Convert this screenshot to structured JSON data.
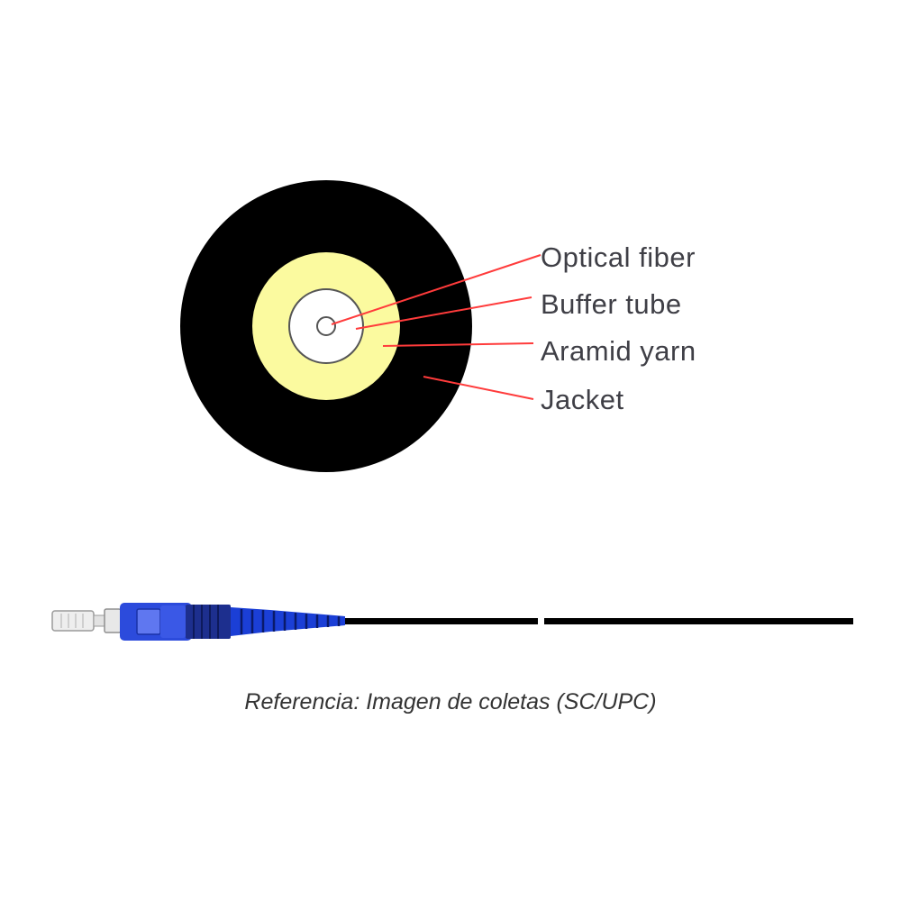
{
  "cross_section": {
    "colors": {
      "jacket": "#000000",
      "aramid_yarn": "#fbfa9f",
      "buffer_tube": "#ffffff",
      "outline": "#555555",
      "leader": "#ff3b3b"
    },
    "labels": {
      "optical_fiber": "Optical fiber",
      "buffer_tube": "Buffer tube",
      "aramid_yarn": "Aramid yarn",
      "jacket": "Jacket"
    }
  },
  "pigtail": {
    "connector_type": "SC/UPC",
    "colors": {
      "connector_body": "#2c4bdc",
      "boot": "#1b3fd6",
      "cable": "#000000",
      "ferrule_cap": "#e6e6e6"
    }
  },
  "caption": "Referencia: Imagen de coletas (SC/UPC)"
}
